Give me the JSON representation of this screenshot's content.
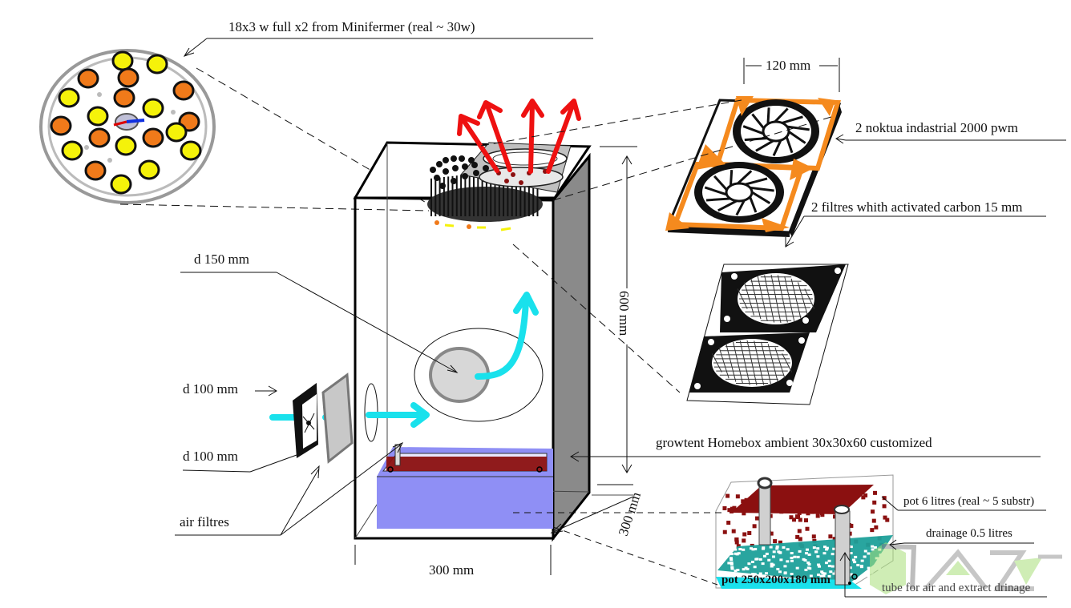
{
  "labels": {
    "led": "18x3 w full x2 from Minifermer (real ~ 30w)",
    "fan_width": "120 mm",
    "fans": "2 noktua indastrial 2000 pwm",
    "filters_carbon": "2 filtres whith activated carbon 15 mm",
    "d150": "d 150 mm",
    "d100_top": "d 100 mm",
    "d100_bottom": "d 100 mm",
    "air_filtres": "air filtres",
    "height": "600 mm",
    "growtent": "growtent Homebox ambient 30x30x60  customized",
    "depth": "300 mm",
    "width": "300 mm",
    "pot": "pot 6 litres (real ~ 5 substr)",
    "drainage": "drainage 0.5 litres",
    "pot_size": "pot 250x200x180 mm",
    "tube": "tube for air and extract drinage"
  },
  "colors": {
    "arrow_air": "#19e1ec",
    "arrow_exhaust": "#ee1111",
    "led_orange": "#f07a1a",
    "led_yellow": "#f5f20a",
    "fan_frame": "#f58a1e",
    "reservoir": "#8f8ff5",
    "soil": "#8b1010",
    "drainage": "#1ea09a",
    "tent_side": "#8a8a8a"
  }
}
